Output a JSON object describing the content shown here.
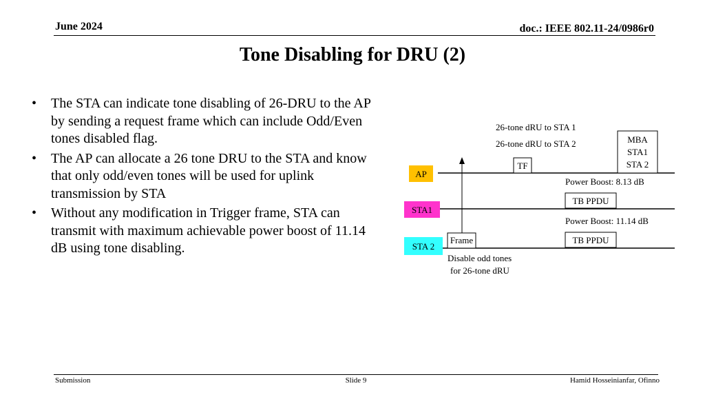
{
  "header": {
    "date": "June 2024",
    "doc": "doc.: IEEE 802.11-24/0986r0"
  },
  "title": "Tone Disabling for DRU (2)",
  "bullets": [
    "The STA can indicate tone disabling of 26-DRU to the AP by sending a request frame which can include Odd/Even tones disabled flag.",
    "The AP can allocate a 26 tone DRU to the STA and know that only odd/even tones will be used for uplink transmission by STA",
    "Without any modification in Trigger frame, STA can transmit with maximum achievable power boost of 11.14 dB using tone disabling."
  ],
  "bullet_symbol": "•",
  "diagram": {
    "alloc_sta1": "26-tone dRU to STA 1",
    "alloc_sta2": "26-tone dRU to STA 2",
    "mba_lines": [
      "MBA",
      "STA1",
      "STA 2"
    ],
    "tf": "TF",
    "stations": {
      "ap": {
        "label": "AP",
        "color": "#ffc000"
      },
      "sta1": {
        "label": "STA1",
        "color": "#ff33cc"
      },
      "sta2": {
        "label": "STA 2",
        "color": "#33ffff"
      }
    },
    "power_boost_1": "Power Boost: 8.13 dB",
    "power_boost_2": "Power Boost: 11.14 dB",
    "tb_ppdu_1": "TB PPDU",
    "tb_ppdu_2": "TB PPDU",
    "frame": "Frame",
    "disable_note": [
      "Disable odd tones",
      "for 26-tone dRU"
    ]
  },
  "footer": {
    "left": "Submission",
    "center": "Slide 9",
    "right": "Hamid Hosseinianfar, Ofinno"
  }
}
